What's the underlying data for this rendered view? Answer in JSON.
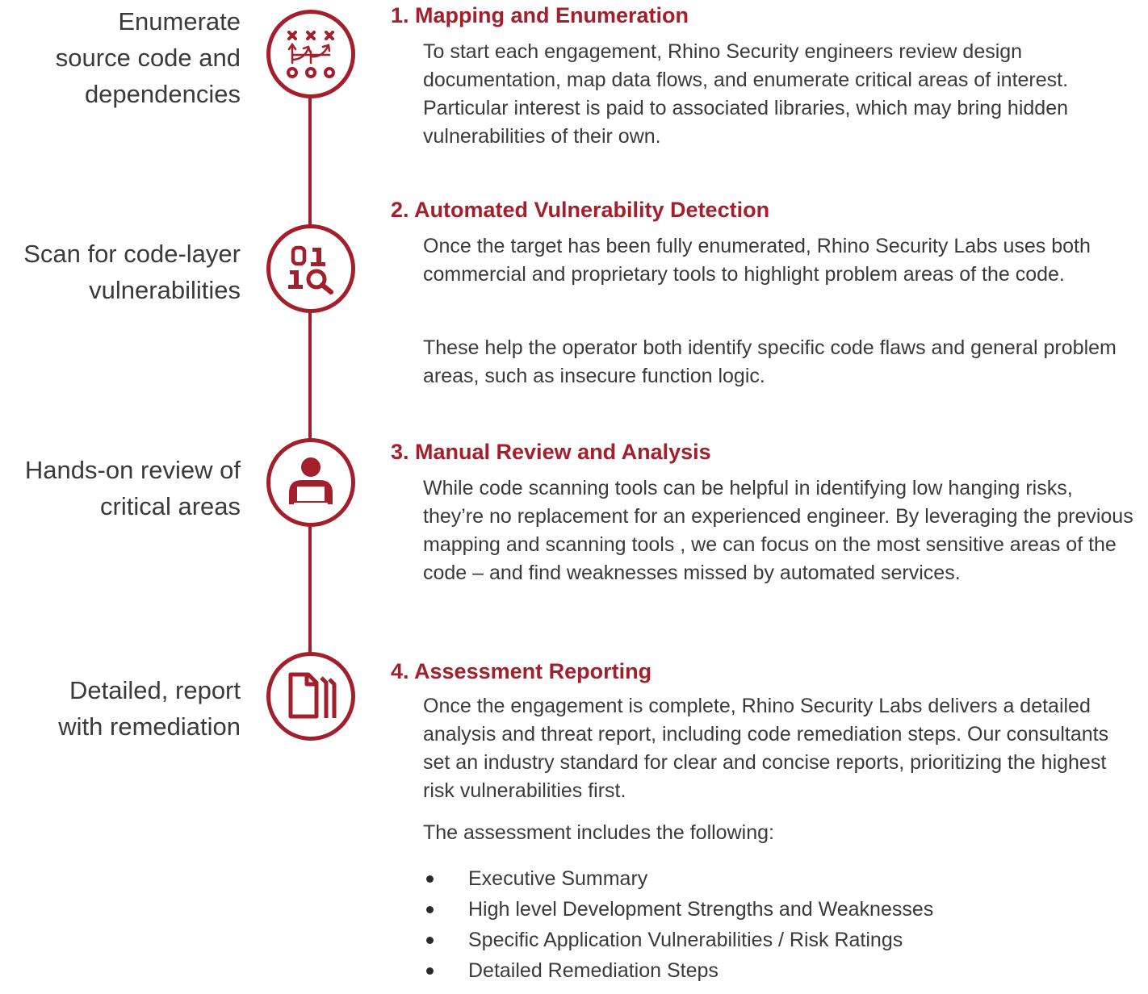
{
  "colors": {
    "accent": "#a31f2c",
    "text": "#3a3a3a"
  },
  "stages": [
    {
      "label_lines": [
        "Enumerate",
        "source code and",
        "dependencies"
      ],
      "icon": "enumeration-icon"
    },
    {
      "label_lines": [
        "Scan for code-layer",
        "vulnerabilities"
      ],
      "icon": "code-scan-icon"
    },
    {
      "label_lines": [
        "Hands-on review of",
        "critical areas"
      ],
      "icon": "engineer-laptop-icon"
    },
    {
      "label_lines": [
        "Detailed, report",
        "with remediation"
      ],
      "icon": "documents-icon"
    }
  ],
  "sections": [
    {
      "heading": "1. Mapping and Enumeration",
      "paragraphs": [
        "To start each engagement, Rhino Security engineers review design documentation, map data flows, and enumerate critical areas of interest. Particular interest is paid to associated libraries, which may bring hidden vulnerabilities of their own."
      ]
    },
    {
      "heading": "2. Automated Vulnerability Detection",
      "paragraphs": [
        "Once the target has been fully enumerated, Rhino Security Labs uses both commercial and proprietary tools to highlight problem areas of the code.",
        "These help the operator both identify specific code flaws and general problem areas, such as insecure function logic."
      ]
    },
    {
      "heading": "3. Manual Review and Analysis",
      "paragraphs": [
        "While code scanning tools can be helpful in identifying low hanging risks, they’re no replacement for an experienced engineer.  By leveraging the previous mapping and scanning tools , we can focus on the most sensitive areas of the code – and find weaknesses missed by automated services."
      ]
    },
    {
      "heading": "4. Assessment Reporting",
      "paragraphs": [
        "Once the engagement is complete, Rhino Security Labs delivers a detailed analysis and threat report, including code remediation steps. Our consultants set an industry standard for clear and concise reports, prioritizing the highest risk vulnerabilities first.",
        "The assessment includes the following:"
      ]
    }
  ],
  "assessment_items": [
    "Executive Summary",
    "High level Development Strengths and Weaknesses",
    "Specific Application Vulnerabilities / Risk Ratings",
    "Detailed Remediation Steps"
  ]
}
